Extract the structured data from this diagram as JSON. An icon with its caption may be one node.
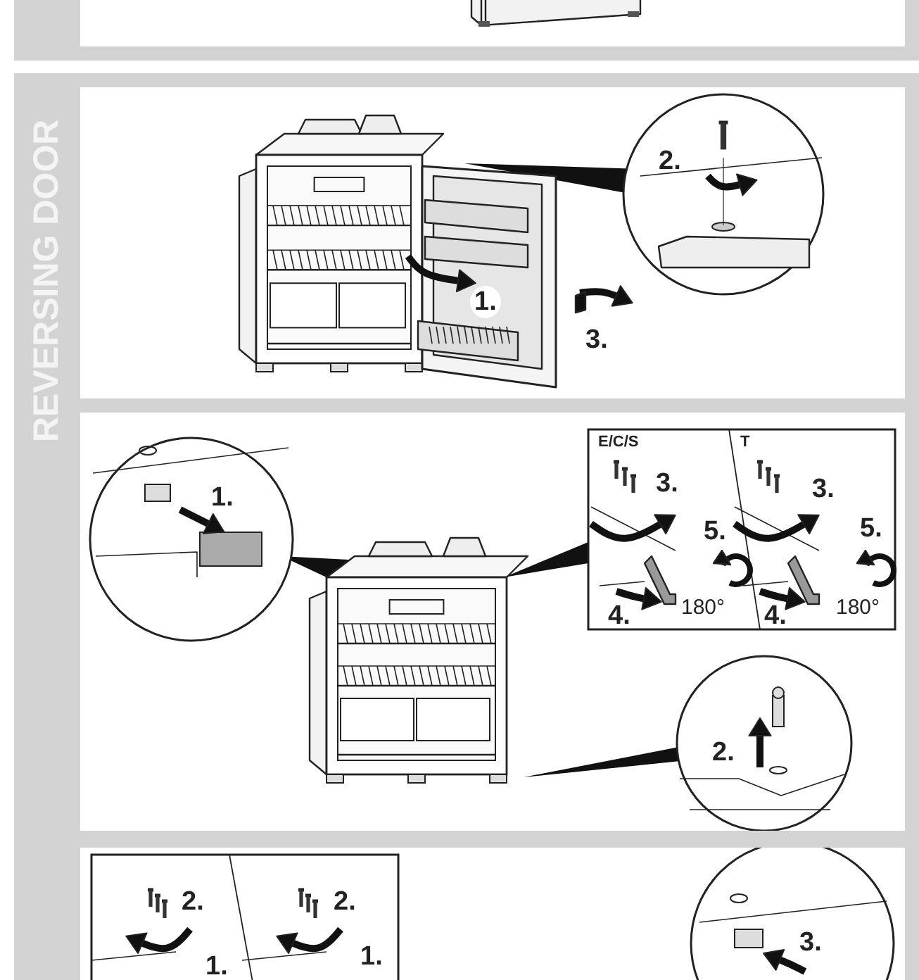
{
  "diagram": {
    "title": "REVERSING DOOR",
    "labels": [
      "2.",
      "1.",
      "3.",
      "E/C/S",
      "T",
      "1.",
      "3.",
      "3.",
      "5.",
      "5.",
      "4.",
      "180°",
      "4.",
      "180°",
      "2.",
      "2.",
      "2.",
      "3.",
      "1.",
      "1."
    ]
  }
}
